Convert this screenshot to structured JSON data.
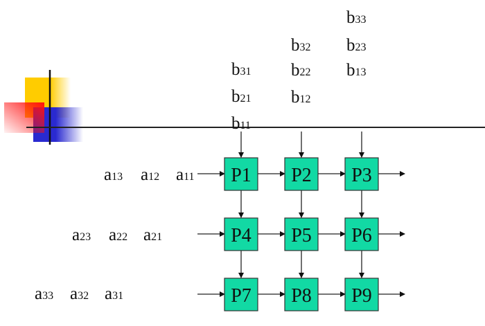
{
  "colors": {
    "processor_fill": "#12d9a4",
    "processor_stroke": "#333333",
    "accent_yellow": "#ffcc00",
    "accent_red": "#ff2020",
    "accent_blue": "#2a2ad0"
  },
  "processors": [
    [
      "P1",
      "P2",
      "P3"
    ],
    [
      "P4",
      "P5",
      "P6"
    ],
    [
      "P7",
      "P8",
      "P9"
    ]
  ],
  "b_columns": [
    [
      {
        "base": "b",
        "sub": "31"
      },
      {
        "base": "b",
        "sub": "21"
      },
      {
        "base": "b",
        "sub": "11"
      }
    ],
    [
      {
        "base": "b",
        "sub": "32"
      },
      {
        "base": "b",
        "sub": "22"
      },
      {
        "base": "b",
        "sub": "12"
      }
    ],
    [
      {
        "base": "b",
        "sub": "33"
      },
      {
        "base": "b",
        "sub": "23"
      },
      {
        "base": "b",
        "sub": "13"
      }
    ]
  ],
  "a_rows": [
    [
      {
        "base": "a",
        "sub": "13"
      },
      {
        "base": "a",
        "sub": "12"
      },
      {
        "base": "a",
        "sub": "11"
      }
    ],
    [
      {
        "base": "a",
        "sub": "23"
      },
      {
        "base": "a",
        "sub": "22"
      },
      {
        "base": "a",
        "sub": "21"
      }
    ],
    [
      {
        "base": "a",
        "sub": "33"
      },
      {
        "base": "a",
        "sub": "32"
      },
      {
        "base": "a",
        "sub": "31"
      }
    ]
  ]
}
